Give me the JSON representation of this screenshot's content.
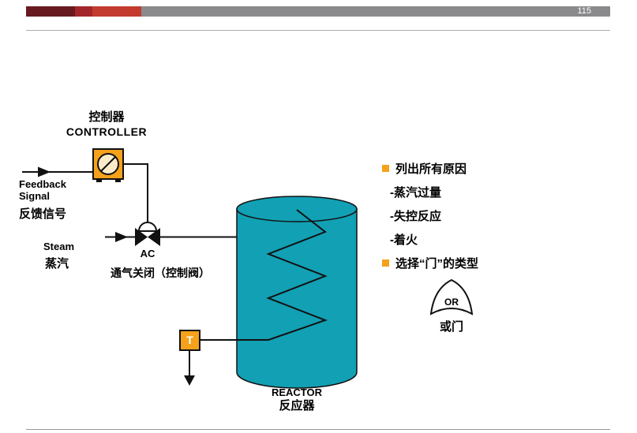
{
  "page": {
    "number": "115"
  },
  "header": {
    "block_colors": [
      "#671A20",
      "#A3262A",
      "#C23B2E",
      "#8A8A8D"
    ]
  },
  "colors": {
    "accent_orange": "#F5A11B",
    "reactor_teal": "#12A0B4"
  },
  "diagram": {
    "controller": {
      "label_cn": "控制器",
      "label_en": "CONTROLLER"
    },
    "feedback": {
      "label_en": "Feedback\nSignal",
      "label_cn": "反馈信号"
    },
    "steam": {
      "label_en": "Steam",
      "label_cn": "蒸汽"
    },
    "valve": {
      "tag": "AC",
      "note": "通气关闭（控制阀）"
    },
    "sensor": {
      "tag": "T"
    },
    "reactor": {
      "label_en": "REACTOR",
      "label_cn": "反应器"
    }
  },
  "notes": {
    "items": [
      {
        "bullet": true,
        "text": "列出所有原因"
      },
      {
        "bullet": false,
        "text": "-蒸汽过量"
      },
      {
        "bullet": false,
        "text": "-失控反应"
      },
      {
        "bullet": false,
        "text": "-着火"
      },
      {
        "bullet": true,
        "text": "选择“门”的类型"
      }
    ],
    "or_gate": {
      "label": "OR",
      "caption": "或门"
    }
  }
}
